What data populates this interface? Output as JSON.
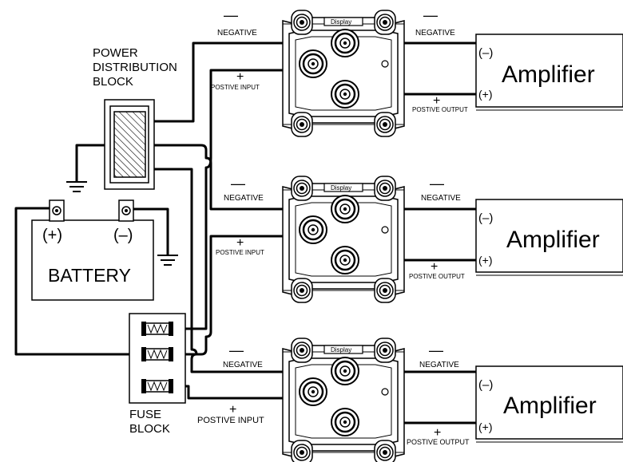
{
  "labels": {
    "power_block": [
      "POWER",
      "DISTRIBUTION",
      "BLOCK"
    ],
    "battery": "BATTERY",
    "battery_pos": "(+)",
    "battery_neg": "(–)",
    "fuse_block": [
      "FUSE",
      "BLOCK"
    ],
    "negative": "NEGATIVE",
    "minus_mark": "—",
    "plus_mark": "+",
    "positive_input": "POSTIVE INPUT",
    "positive_output": "POSTIVE OUTPUT",
    "display": "Display"
  },
  "amplifiers": [
    {
      "label": "Amplifier",
      "neg": "(–)",
      "pos": "(+)"
    },
    {
      "label": "Amplifier",
      "neg": "(–)",
      "pos": "(+)"
    },
    {
      "label": "Amplifier",
      "neg": "(–)",
      "pos": "(+)"
    }
  ]
}
